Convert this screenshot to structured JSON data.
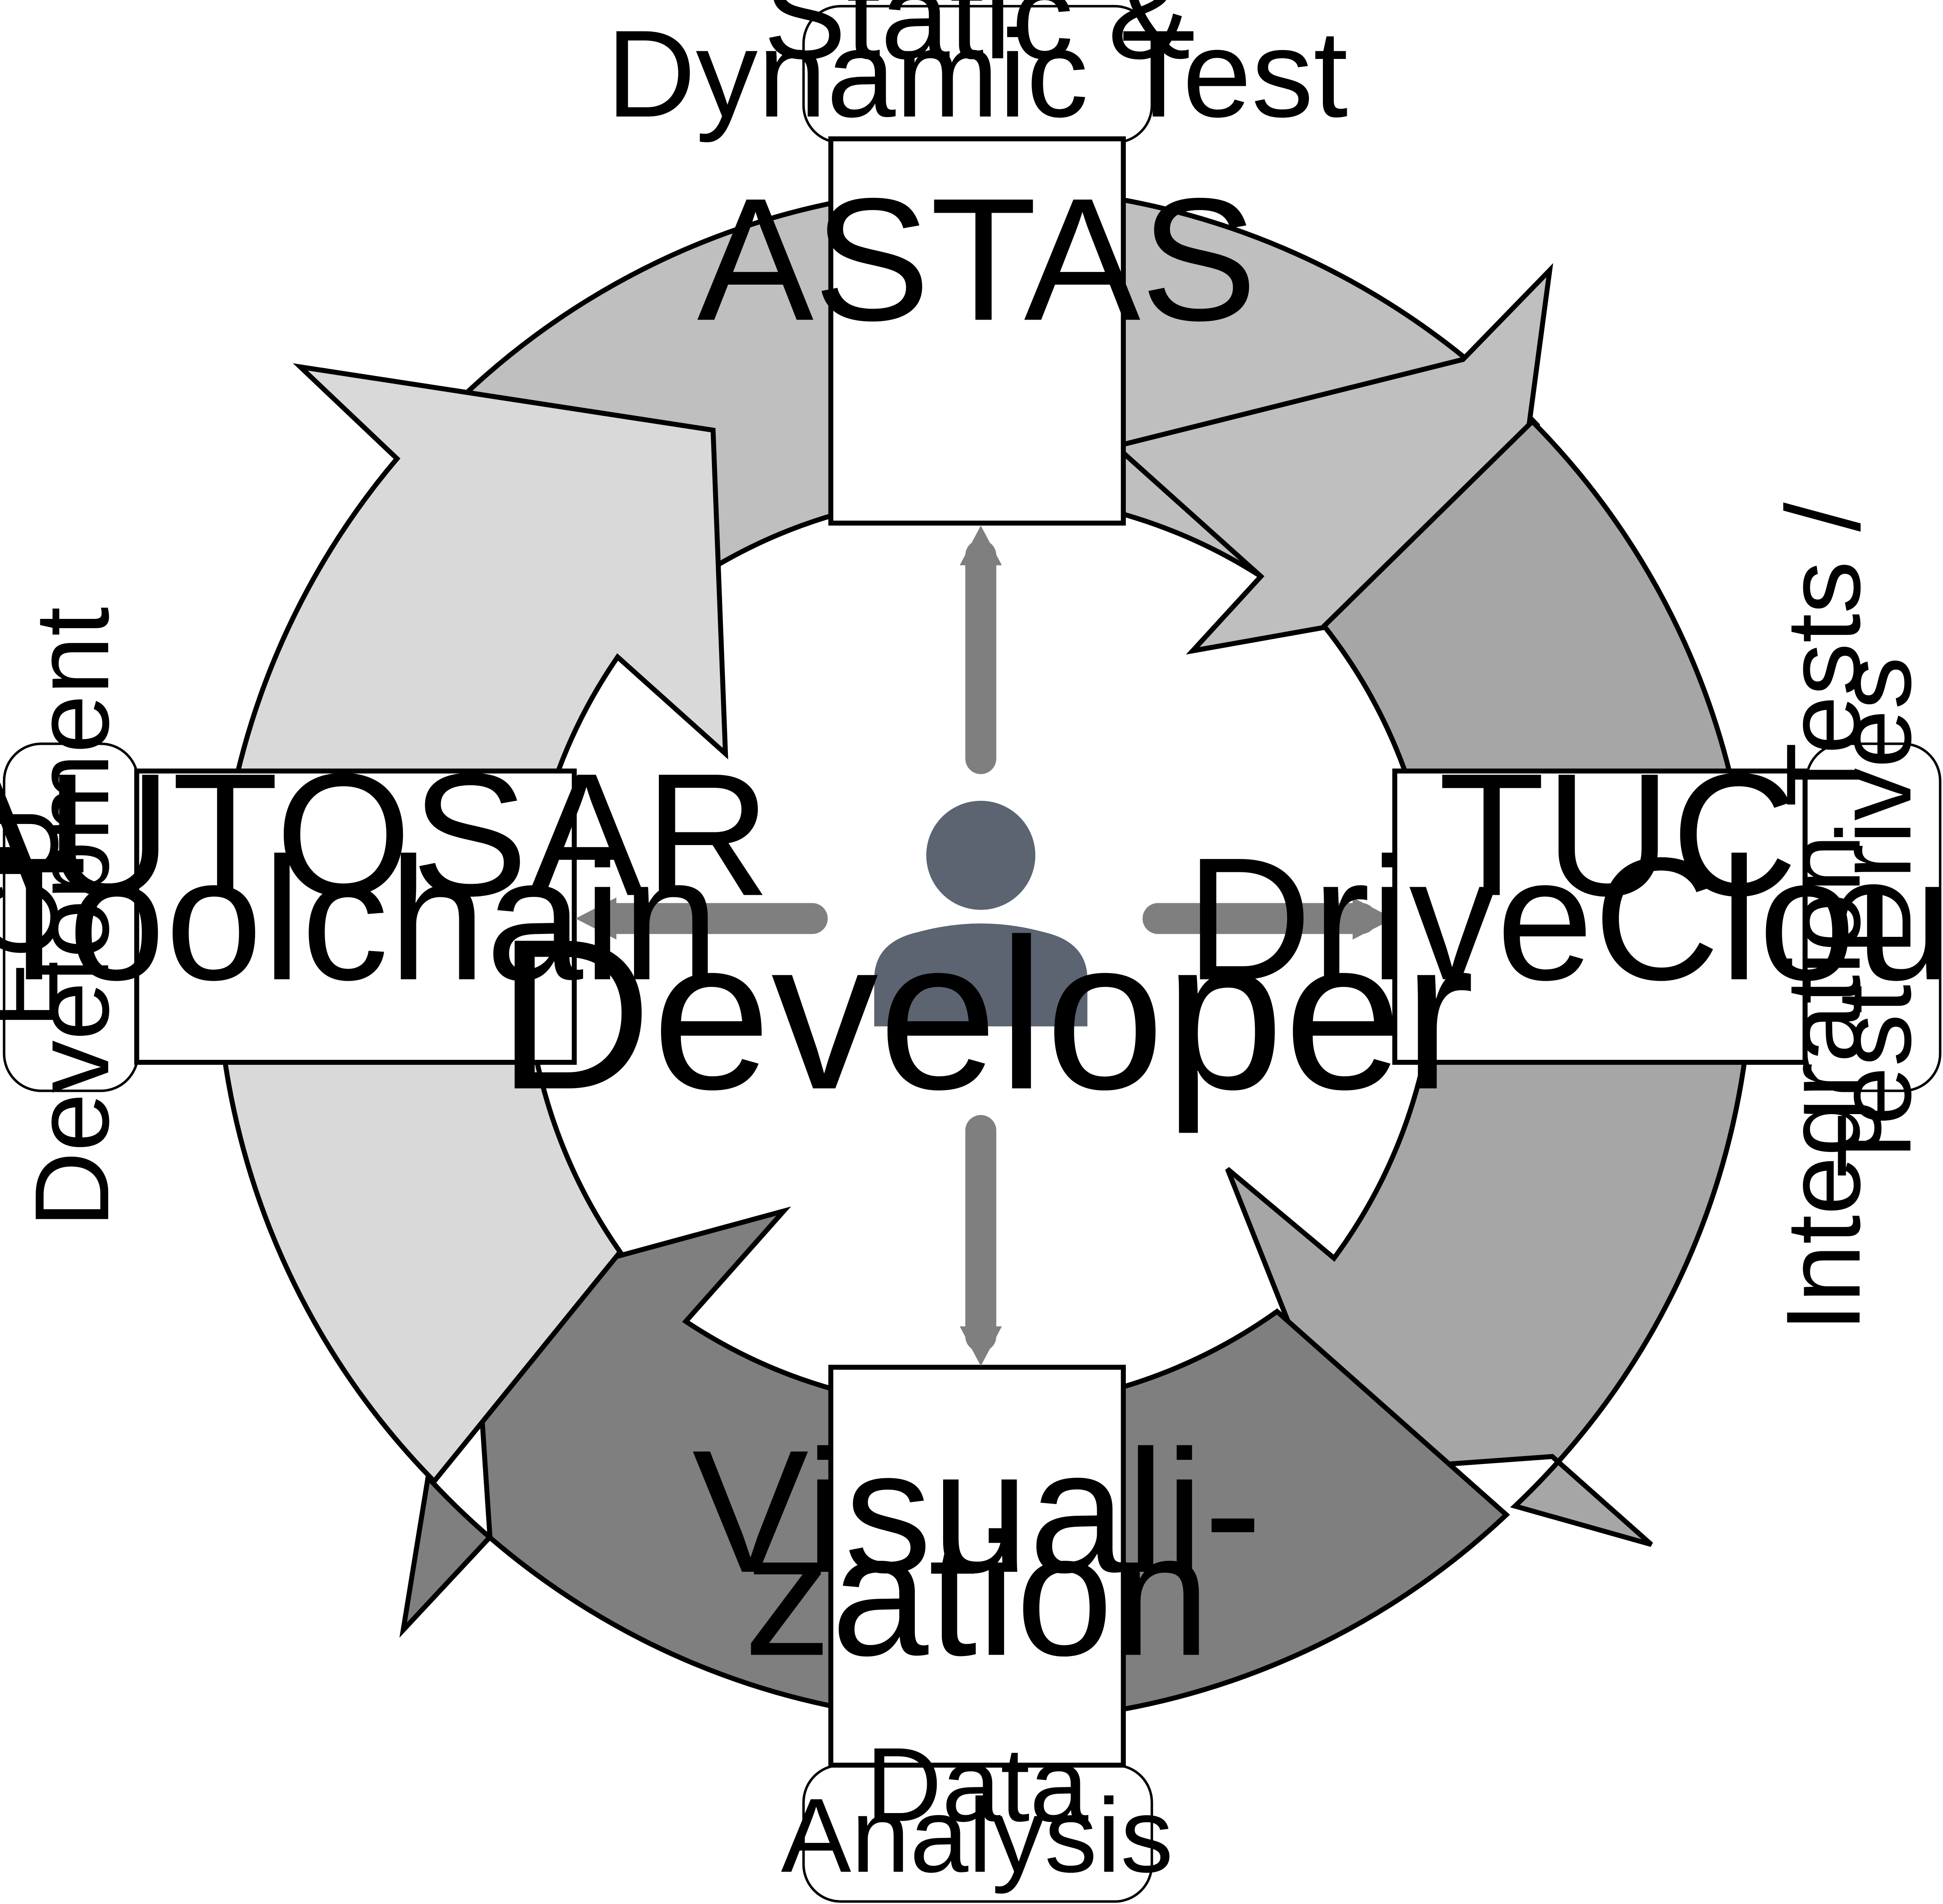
{
  "colors": {
    "segment_top": "#bfbfbf",
    "segment_right": "#a6a6a6",
    "segment_bottom": "#7f7f7f",
    "segment_left": "#d9d9d9",
    "connector": "#7f7f7f",
    "person_icon": "#5b6470",
    "outline": "#000000",
    "background": "#ffffff"
  },
  "center": {
    "icon": "person-icon",
    "label": "Developer"
  },
  "nodes": {
    "top": {
      "title_lines": [
        "ASTAS"
      ],
      "tab_lines": [
        "Static &",
        "Dynamic Test"
      ]
    },
    "right": {
      "title_lines": [
        "TUC",
        "DriveCloud"
      ],
      "tab_lines": [
        "Integration Tests /",
        "Test Drives"
      ]
    },
    "bottom": {
      "title_lines": [
        "Visuali-",
        "zation"
      ],
      "tab_lines": [
        "Data",
        "Analysis"
      ]
    },
    "left": {
      "title_lines": [
        "AUTOSAR",
        "Toolchain"
      ],
      "tab_lines": [
        "ECU",
        "Development"
      ]
    }
  }
}
